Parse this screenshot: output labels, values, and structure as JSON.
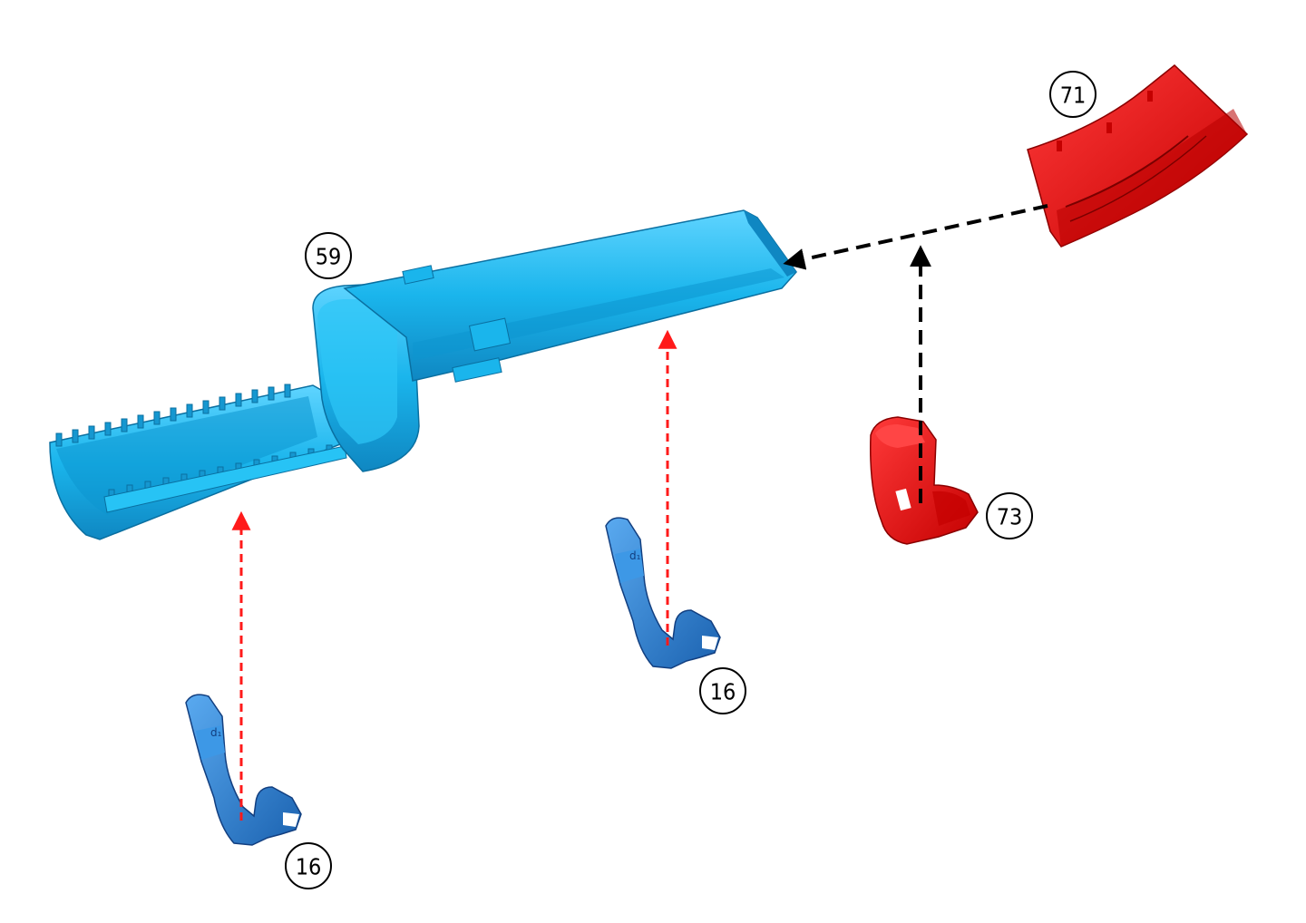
{
  "diagram": {
    "type": "exploded-assembly-view",
    "colors": {
      "blue_part": "#1ab5ec",
      "blue_part_shadow": "#0f87c2",
      "clip_part": "#2e8fe0",
      "clip_part_shadow": "#1b62b0",
      "red_part": "#ff0d0d",
      "red_part_shadow": "#b80000",
      "arrow_black": "#000000",
      "arrow_red": "#ff1a1a"
    },
    "callouts": {
      "duct_main": "59",
      "elbow_cover": "71",
      "end_cap": "73",
      "clip_left": "16",
      "clip_right": "16"
    },
    "arrows": [
      {
        "from": "71",
        "to": "59",
        "style": "black-dashed"
      },
      {
        "from": "73",
        "to": "arrow-71-59",
        "style": "black-dashed"
      },
      {
        "from": "16",
        "to": "59",
        "style": "red-dashed"
      },
      {
        "from": "16",
        "to": "59",
        "style": "red-dashed"
      }
    ]
  }
}
